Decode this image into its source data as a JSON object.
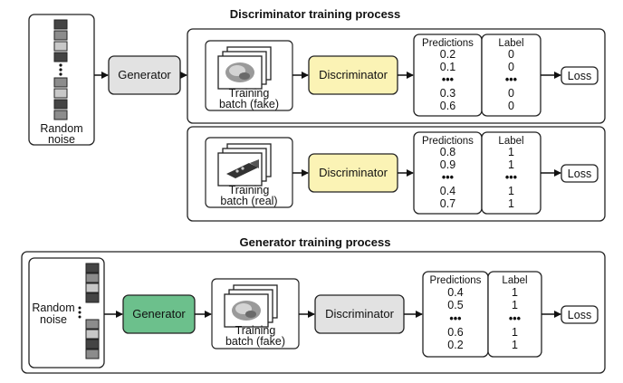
{
  "titles": {
    "discriminator_training": "Discriminator training process",
    "generator_training": "Generator training process"
  },
  "labels": {
    "random_noise_line1": "Random",
    "random_noise_line2": "noise",
    "random_noise_inline": "Random",
    "generator": "Generator",
    "discriminator": "Discriminator",
    "training": "Training",
    "batch_fake": "batch (fake)",
    "batch_real": "batch (real)",
    "predictions": "Predictions",
    "label": "Label",
    "loss": "Loss",
    "ellipsis": "•••"
  },
  "disc_fake": {
    "predictions": [
      "0.2",
      "0.1",
      "0.3",
      "0.6"
    ],
    "labels": [
      "0",
      "0",
      "0",
      "0"
    ]
  },
  "disc_real": {
    "predictions": [
      "0.8",
      "0.9",
      "0.4",
      "0.7"
    ],
    "labels": [
      "1",
      "1",
      "1",
      "1"
    ]
  },
  "gen_train": {
    "predictions": [
      "0.4",
      "0.5",
      "0.6",
      "0.2"
    ],
    "labels": [
      "1",
      "1",
      "1",
      "1"
    ]
  },
  "colors": {
    "generator_box": "#e2e2e2",
    "generator_box_active": "#6cc08c",
    "discriminator_box": "#fbf3b5",
    "discriminator_box_inactive": "#e2e2e2",
    "noise_dark": "#444444",
    "noise_mid": "#8c8c8c",
    "noise_light": "#c8c8c8"
  }
}
